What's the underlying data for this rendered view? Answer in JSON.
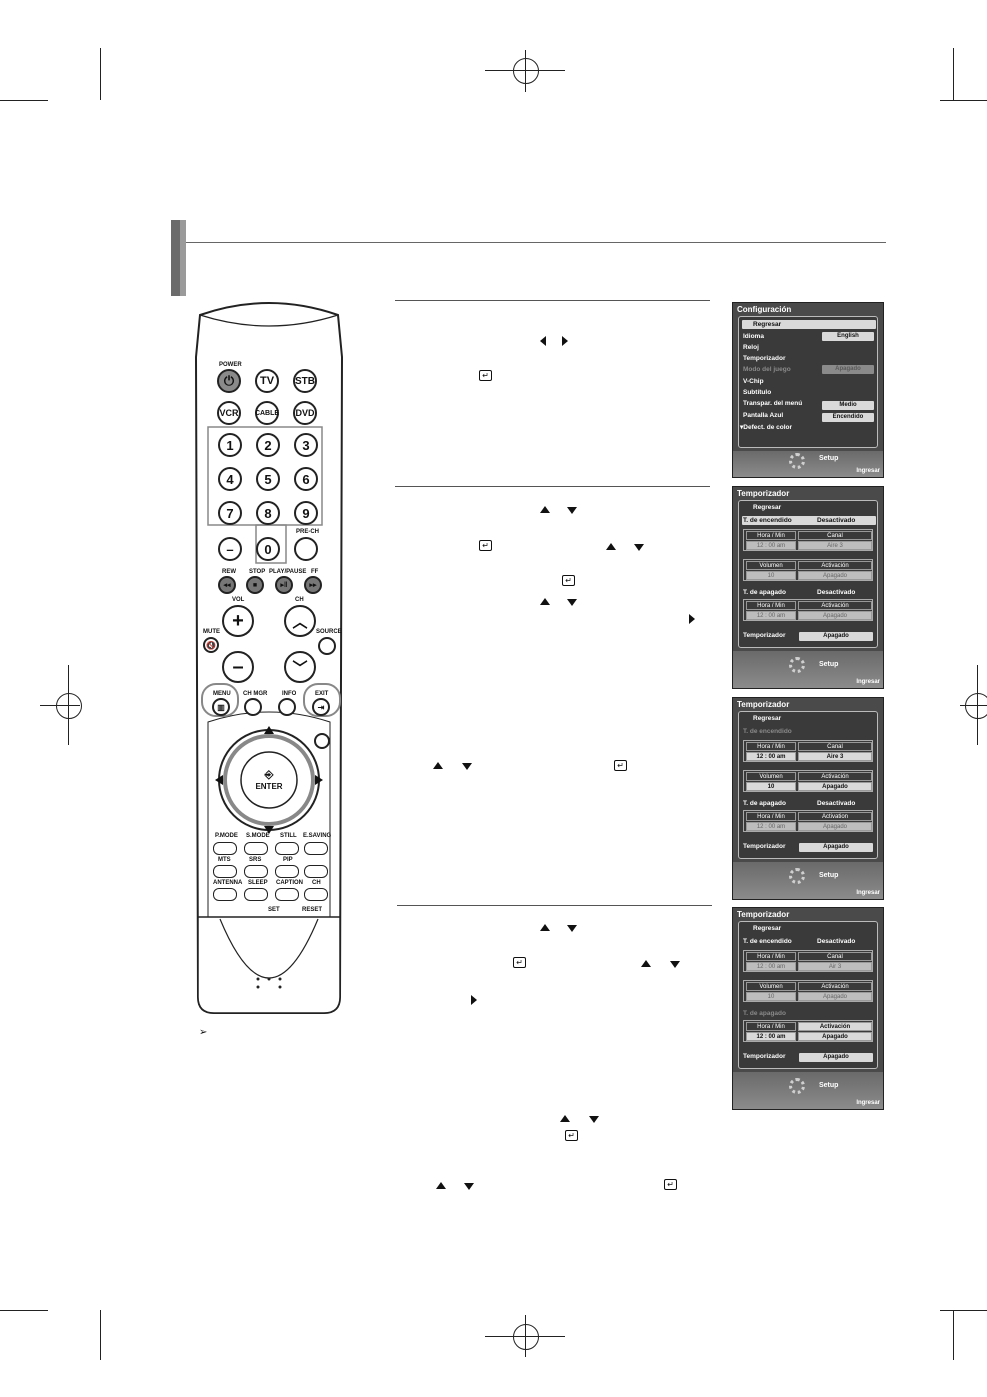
{
  "remote": {
    "labels": {
      "power": "POWER",
      "tv": "TV",
      "stb": "STB",
      "vcr": "VCR",
      "cable": "CABLE",
      "dvd": "DVD",
      "n1": "1",
      "n2": "2",
      "n3": "3",
      "n4": "4",
      "n5": "5",
      "n6": "6",
      "n7": "7",
      "n8": "8",
      "n9": "9",
      "n0": "0",
      "dash": "–",
      "prech": "PRE-CH",
      "rew": "REW",
      "stop": "STOP",
      "playpause": "PLAY/PAUSE",
      "ff": "FF",
      "vol": "VOL",
      "ch": "CH",
      "mute": "MUTE",
      "source": "SOURCE",
      "menu": "MENU",
      "chmgr": "CH MGR",
      "info": "INFO",
      "exit": "EXIT",
      "enter": "ENTER",
      "pmode": "P.MODE",
      "smode": "S.MODE",
      "still": "STILL",
      "esaving": "E.SAVING",
      "mts": "MTS",
      "srs": "SRS",
      "pip": "PIP",
      "antenna": "ANTENNA",
      "sleep": "SLEEP",
      "caption": "CAPTION",
      "ch2": "CH",
      "set": "SET",
      "reset": "RESET",
      "plus": "+",
      "minus": "–"
    }
  },
  "osd1": {
    "title": "Configuración",
    "items": [
      {
        "label": "Regresar",
        "value": ""
      },
      {
        "label": "Idioma",
        "value": "English"
      },
      {
        "label": "Reloj",
        "value": ""
      },
      {
        "label": "Temporizador",
        "value": ""
      },
      {
        "label": "Modo del juego",
        "value": "Apagado"
      },
      {
        "label": "V-Chip",
        "value": ""
      },
      {
        "label": "Subtítulo",
        "value": ""
      },
      {
        "label": "Transpar. del menú",
        "value": "Medio"
      },
      {
        "label": "Pantalla Azul",
        "value": "Encendido"
      },
      {
        "label": "▾Defect. de color",
        "value": ""
      }
    ],
    "footer": {
      "setup": "Setup",
      "ingresar": "Ingresar"
    }
  },
  "osd2": {
    "title": "Temporizador",
    "regresar": "Regresar",
    "on_label": "T. de encendido",
    "on_state": "Desactivado",
    "hora_min": "Hora / Min",
    "canal": "Canal",
    "time_val": "12 : 00 am",
    "canal_val": "Aire 3",
    "volumen": "Volumen",
    "activacion": "Activación",
    "vol_val": "10",
    "act_val": "Apagado",
    "off_label": "T. de apagado",
    "off_state": "Desactivado",
    "hora_min2": "Hora / Min",
    "activacion2": "Activación",
    "time_val2": "12 : 00 am",
    "act_val2": "Apagado",
    "temporizador": "Temporizador",
    "temp_val": "Apagado",
    "footer": {
      "setup": "Setup",
      "ingresar": "Ingresar"
    }
  },
  "osd3": {
    "title": "Temporizador",
    "regresar": "Regresar",
    "on_label": "T. de encendido",
    "hora_min": "Hora / Min",
    "canal": "Canal",
    "time_val": "12 : 00 am",
    "canal_val": "Aire 3",
    "volumen": "Volumen",
    "activacion": "Activación",
    "vol_val": "10",
    "act_val": "Apagado",
    "off_label": "T. de apagado",
    "off_state": "Desactivado",
    "hora_min2": "Hora / Min",
    "activacion2": "Activation",
    "time_val2": "12 : 00 am",
    "act_val2": "Apagado",
    "temporizador": "Temporizador",
    "temp_val": "Apagado",
    "footer": {
      "setup": "Setup",
      "ingresar": "Ingresar"
    }
  },
  "osd4": {
    "title": "Temporizador",
    "regresar": "Regresar",
    "on_label": "T. de encendido",
    "on_state": "Desactivado",
    "hora_min": "Hora / Min",
    "canal": "Canal",
    "time_val": "12 : 00 am",
    "canal_val": "Air 3",
    "volumen": "Volumen",
    "activacion": "Activación",
    "vol_val": "10",
    "act_val": "Apagado",
    "off_label": "T. de apagado",
    "hora_min2": "Hora / Min",
    "activacion2": "Activación",
    "time_val2": "12 : 00 am",
    "act_val2": "Apagado",
    "temporizador": "Temporizador",
    "temp_val": "Apagado",
    "footer": {
      "setup": "Setup",
      "ingresar": "Ingresar"
    }
  }
}
